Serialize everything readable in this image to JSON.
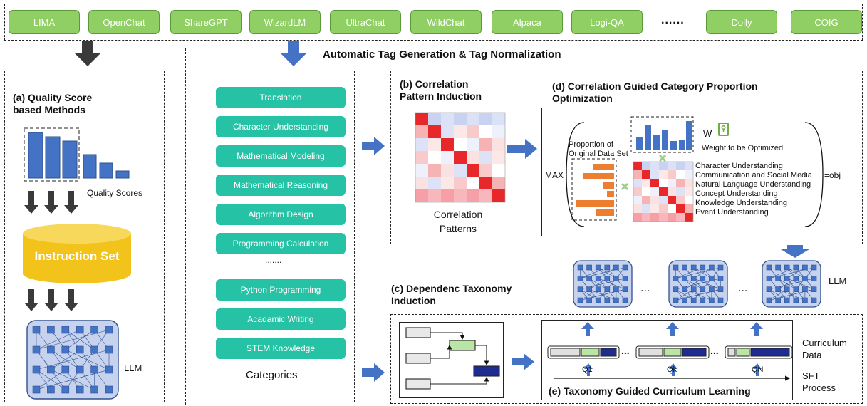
{
  "sources": [
    "LIMA",
    "OpenChat",
    "ShareGPT",
    "WizardLM",
    "UltraChat",
    "WildChat",
    "Alpaca",
    "Logi-QA",
    "......",
    "Dolly",
    "COIG"
  ],
  "header": {
    "title": "Automatic Tag Generation & Tag Normalization"
  },
  "quality": {
    "title": "(a) Quality Score based Methods",
    "scores_label": "Quality Scores",
    "instruction_set": "Instruction Set",
    "llm": "LLM"
  },
  "categories": {
    "items": [
      "Translation",
      "Character Understanding",
      "Mathematical Modeling",
      "Mathematical Reasoning",
      "Algorithm Design",
      "Programming Calculation"
    ],
    "ellipsis": ".......",
    "items2": [
      "Python Programming",
      "Acadamic Writing",
      "STEM Knowledge"
    ],
    "label": "Categories"
  },
  "correlation": {
    "title": "(b) Correlation Pattern Induction",
    "caption": "Correlation Patterns"
  },
  "optimization": {
    "title": "(d) Correlation Guided Category Proportion Optimization",
    "max": "MAX",
    "proportion": "Proportion of Original Data Set",
    "w": "W",
    "weight": "Weight to be Optimized",
    "obj": "=obj",
    "row_labels": [
      "Character Understanding",
      "Communication and Social Media",
      "Natural Language Understanding",
      "Concept Understanding",
      "Knowledge Understanding",
      "Event Understanding"
    ]
  },
  "llm_row": {
    "ellipsis1": "...",
    "ellipsis2": "...",
    "label": "LLM"
  },
  "taxonomy": {
    "title": "(c) Dependenc Taxonomy Induction"
  },
  "curriculum": {
    "title": "(e) Taxonomy Guided Curriculum Learning",
    "data_label": "Curriculum Data",
    "sft": "SFT Process",
    "dots": "...",
    "q1": "Q1",
    "qk": "Qk",
    "qn": "QN"
  },
  "colors": {
    "green": "#8fcf63",
    "teal": "#26c2a5",
    "blue": "#4472c4",
    "orange": "#ed7d31",
    "red": "#e8272b",
    "navy": "#1f2c8f"
  }
}
